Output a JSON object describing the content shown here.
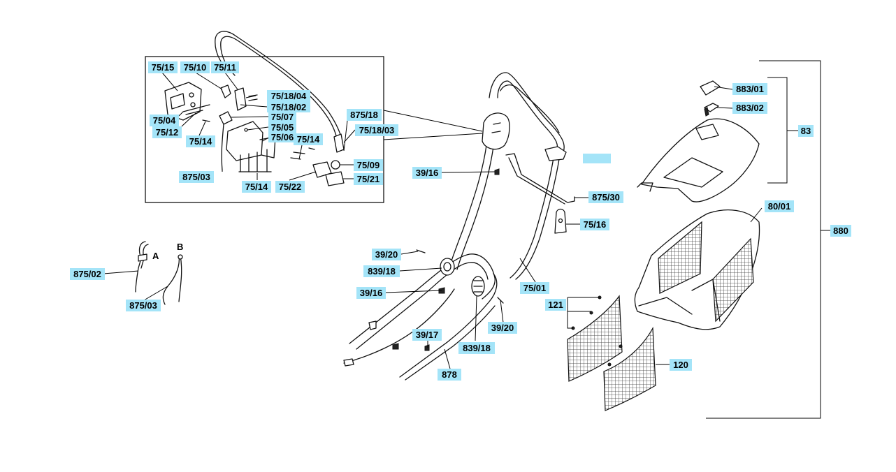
{
  "callouts": [
    {
      "id": "l_75_15",
      "text": "75/15"
    },
    {
      "id": "l_75_10",
      "text": "75/10"
    },
    {
      "id": "l_75_11",
      "text": "75/11"
    },
    {
      "id": "l_75_18_04",
      "text": "75/18/04"
    },
    {
      "id": "l_75_18_02",
      "text": "75/18/02"
    },
    {
      "id": "l_75_07",
      "text": "75/07"
    },
    {
      "id": "l_75_05",
      "text": "75/05"
    },
    {
      "id": "l_75_06",
      "text": "75/06"
    },
    {
      "id": "l_75_04",
      "text": "75/04"
    },
    {
      "id": "l_75_12",
      "text": "75/12"
    },
    {
      "id": "l_75_14a",
      "text": "75/14"
    },
    {
      "id": "l_75_14b",
      "text": "75/14"
    },
    {
      "id": "l_75_14c",
      "text": "75/14"
    },
    {
      "id": "l_875_03a",
      "text": "875/03"
    },
    {
      "id": "l_75_22",
      "text": "75/22"
    },
    {
      "id": "l_75_09",
      "text": "75/09"
    },
    {
      "id": "l_75_21",
      "text": "75/21"
    },
    {
      "id": "l_875_18",
      "text": "875/18"
    },
    {
      "id": "l_75_18_03",
      "text": "75/18/03"
    },
    {
      "id": "l_39_16a",
      "text": "39/16"
    },
    {
      "id": "l_875_30",
      "text": "875/30"
    },
    {
      "id": "l_75_16",
      "text": "75/16"
    },
    {
      "id": "l_39_20a",
      "text": "39/20"
    },
    {
      "id": "l_839_18a",
      "text": "839/18"
    },
    {
      "id": "l_39_16b",
      "text": "39/16"
    },
    {
      "id": "l_39_17",
      "text": "39/17"
    },
    {
      "id": "l_839_18b",
      "text": "839/18"
    },
    {
      "id": "l_878",
      "text": "878"
    },
    {
      "id": "l_75_01",
      "text": "75/01"
    },
    {
      "id": "l_39_20b",
      "text": "39/20"
    },
    {
      "id": "l_875_02",
      "text": "875/02"
    },
    {
      "id": "l_875_03b",
      "text": "875/03"
    },
    {
      "id": "l_883_01",
      "text": "883/01"
    },
    {
      "id": "l_883_02",
      "text": "883/02"
    },
    {
      "id": "l_83",
      "text": "83"
    },
    {
      "id": "l_80_01",
      "text": "80/01"
    },
    {
      "id": "l_880",
      "text": "880"
    },
    {
      "id": "l_121",
      "text": "121"
    },
    {
      "id": "l_120",
      "text": "120"
    },
    {
      "id": "l_blank",
      "text": ""
    }
  ],
  "cable_labels": {
    "a": "A",
    "b": "B"
  },
  "colors": {
    "label_fill": "#a4e4f8",
    "line": "#111111"
  }
}
